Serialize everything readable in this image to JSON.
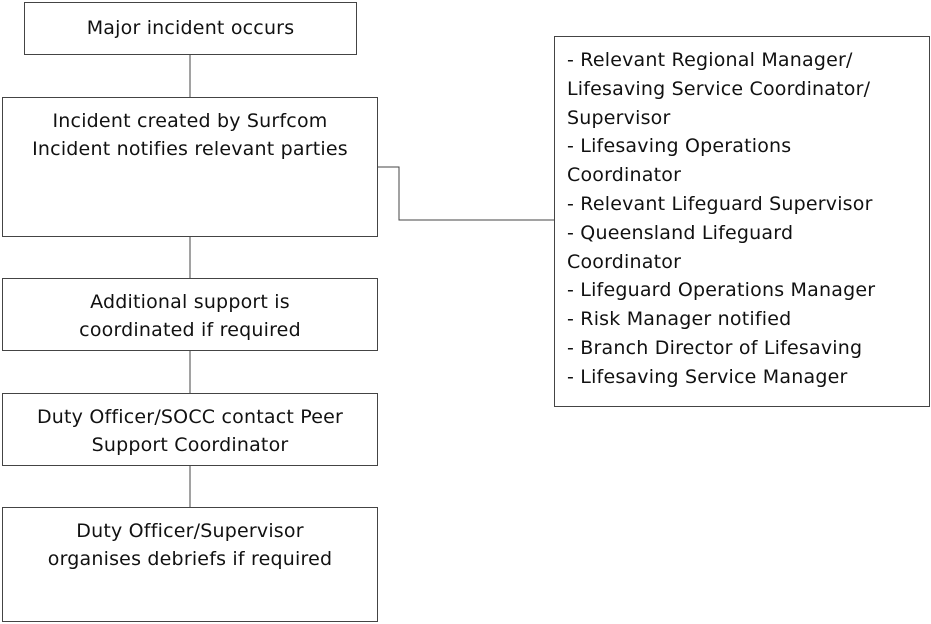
{
  "steps": [
    {
      "lines": [
        "Major incident occurs"
      ]
    },
    {
      "lines": [
        "Incident created by Surfcom",
        "Incident notifies relevant parties"
      ]
    },
    {
      "lines": [
        "Additional support is",
        "coordinated if required"
      ]
    },
    {
      "lines": [
        "Duty Officer/SOCC contact Peer",
        "Support Coordinator"
      ]
    },
    {
      "lines": [
        "Duty Officer/Supervisor",
        "organises debriefs if required"
      ]
    }
  ],
  "notified_parties": [
    "- Relevant Regional Manager/",
    "Lifesaving Service Coordinator/",
    "Supervisor",
    "- Lifesaving Operations",
    "Coordinator",
    "- Relevant Lifeguard Supervisor",
    "- Queensland Lifeguard",
    "Coordinator",
    "- Lifeguard Operations Manager",
    "- Risk Manager notified",
    "- Branch Director of Lifesaving",
    "- Lifesaving Service Manager"
  ]
}
